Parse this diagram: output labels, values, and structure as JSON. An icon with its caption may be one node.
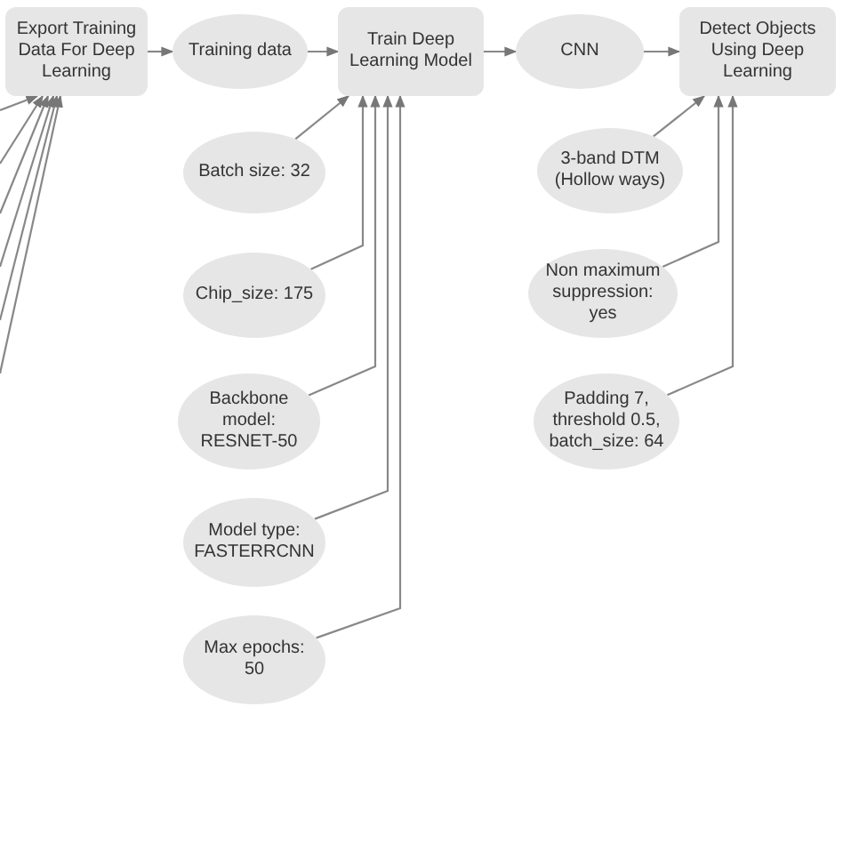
{
  "diagram": {
    "nodes": [
      {
        "text": [
          "Export Training Data For Deep Learning"
        ]
      },
      {
        "text": [
          "Training data"
        ]
      },
      {
        "text": [
          "Train Deep Learning Model"
        ]
      },
      {
        "text": [
          "Batch size: 32"
        ]
      },
      {
        "text": [
          "Chip_size: 175"
        ]
      },
      {
        "text": [
          "Backbone model: RESNET-50"
        ]
      },
      {
        "text": [
          "Model type: FASTERRCNN"
        ]
      },
      {
        "text": [
          "Max epochs: 50"
        ]
      },
      {
        "text": [
          "CNN"
        ]
      },
      {
        "text": [
          "Detect Objects Using Deep Learning"
        ]
      },
      {
        "text": [
          "3-band DTM (Hollow ways)"
        ]
      },
      {
        "text": [
          "Non maximum suppression: yes"
        ]
      },
      {
        "text": [
          "Padding 7, threshold 0.5, batch_size: 64"
        ]
      }
    ],
    "edges": [
      {
        "from": null,
        "to": 0,
        "arrow": "to"
      },
      {
        "from": null,
        "to": 0,
        "arrow": "to"
      },
      {
        "from": null,
        "to": 0,
        "arrow": "to"
      },
      {
        "from": null,
        "to": 0,
        "arrow": "to"
      },
      {
        "from": null,
        "to": 0,
        "arrow": "to"
      },
      {
        "from": null,
        "to": 0,
        "arrow": "to"
      },
      {
        "from": 0,
        "to": 1,
        "arrow": "to"
      },
      {
        "from": 1,
        "to": 2,
        "arrow": "to"
      },
      {
        "from": 3,
        "to": 2,
        "arrow": "to"
      },
      {
        "from": 4,
        "to": 2,
        "arrow": "to"
      },
      {
        "from": 5,
        "to": 2,
        "arrow": "to"
      },
      {
        "from": 6,
        "to": 2,
        "arrow": "to"
      },
      {
        "from": 7,
        "to": 2,
        "arrow": "to"
      },
      {
        "from": 2,
        "to": 8,
        "arrow": "to"
      },
      {
        "from": 8,
        "to": 9,
        "arrow": "to"
      },
      {
        "from": 10,
        "to": 9,
        "arrow": "to"
      },
      {
        "from": 11,
        "to": 9,
        "arrow": "to"
      },
      {
        "from": 12,
        "to": 9,
        "arrow": "to"
      }
    ]
  }
}
